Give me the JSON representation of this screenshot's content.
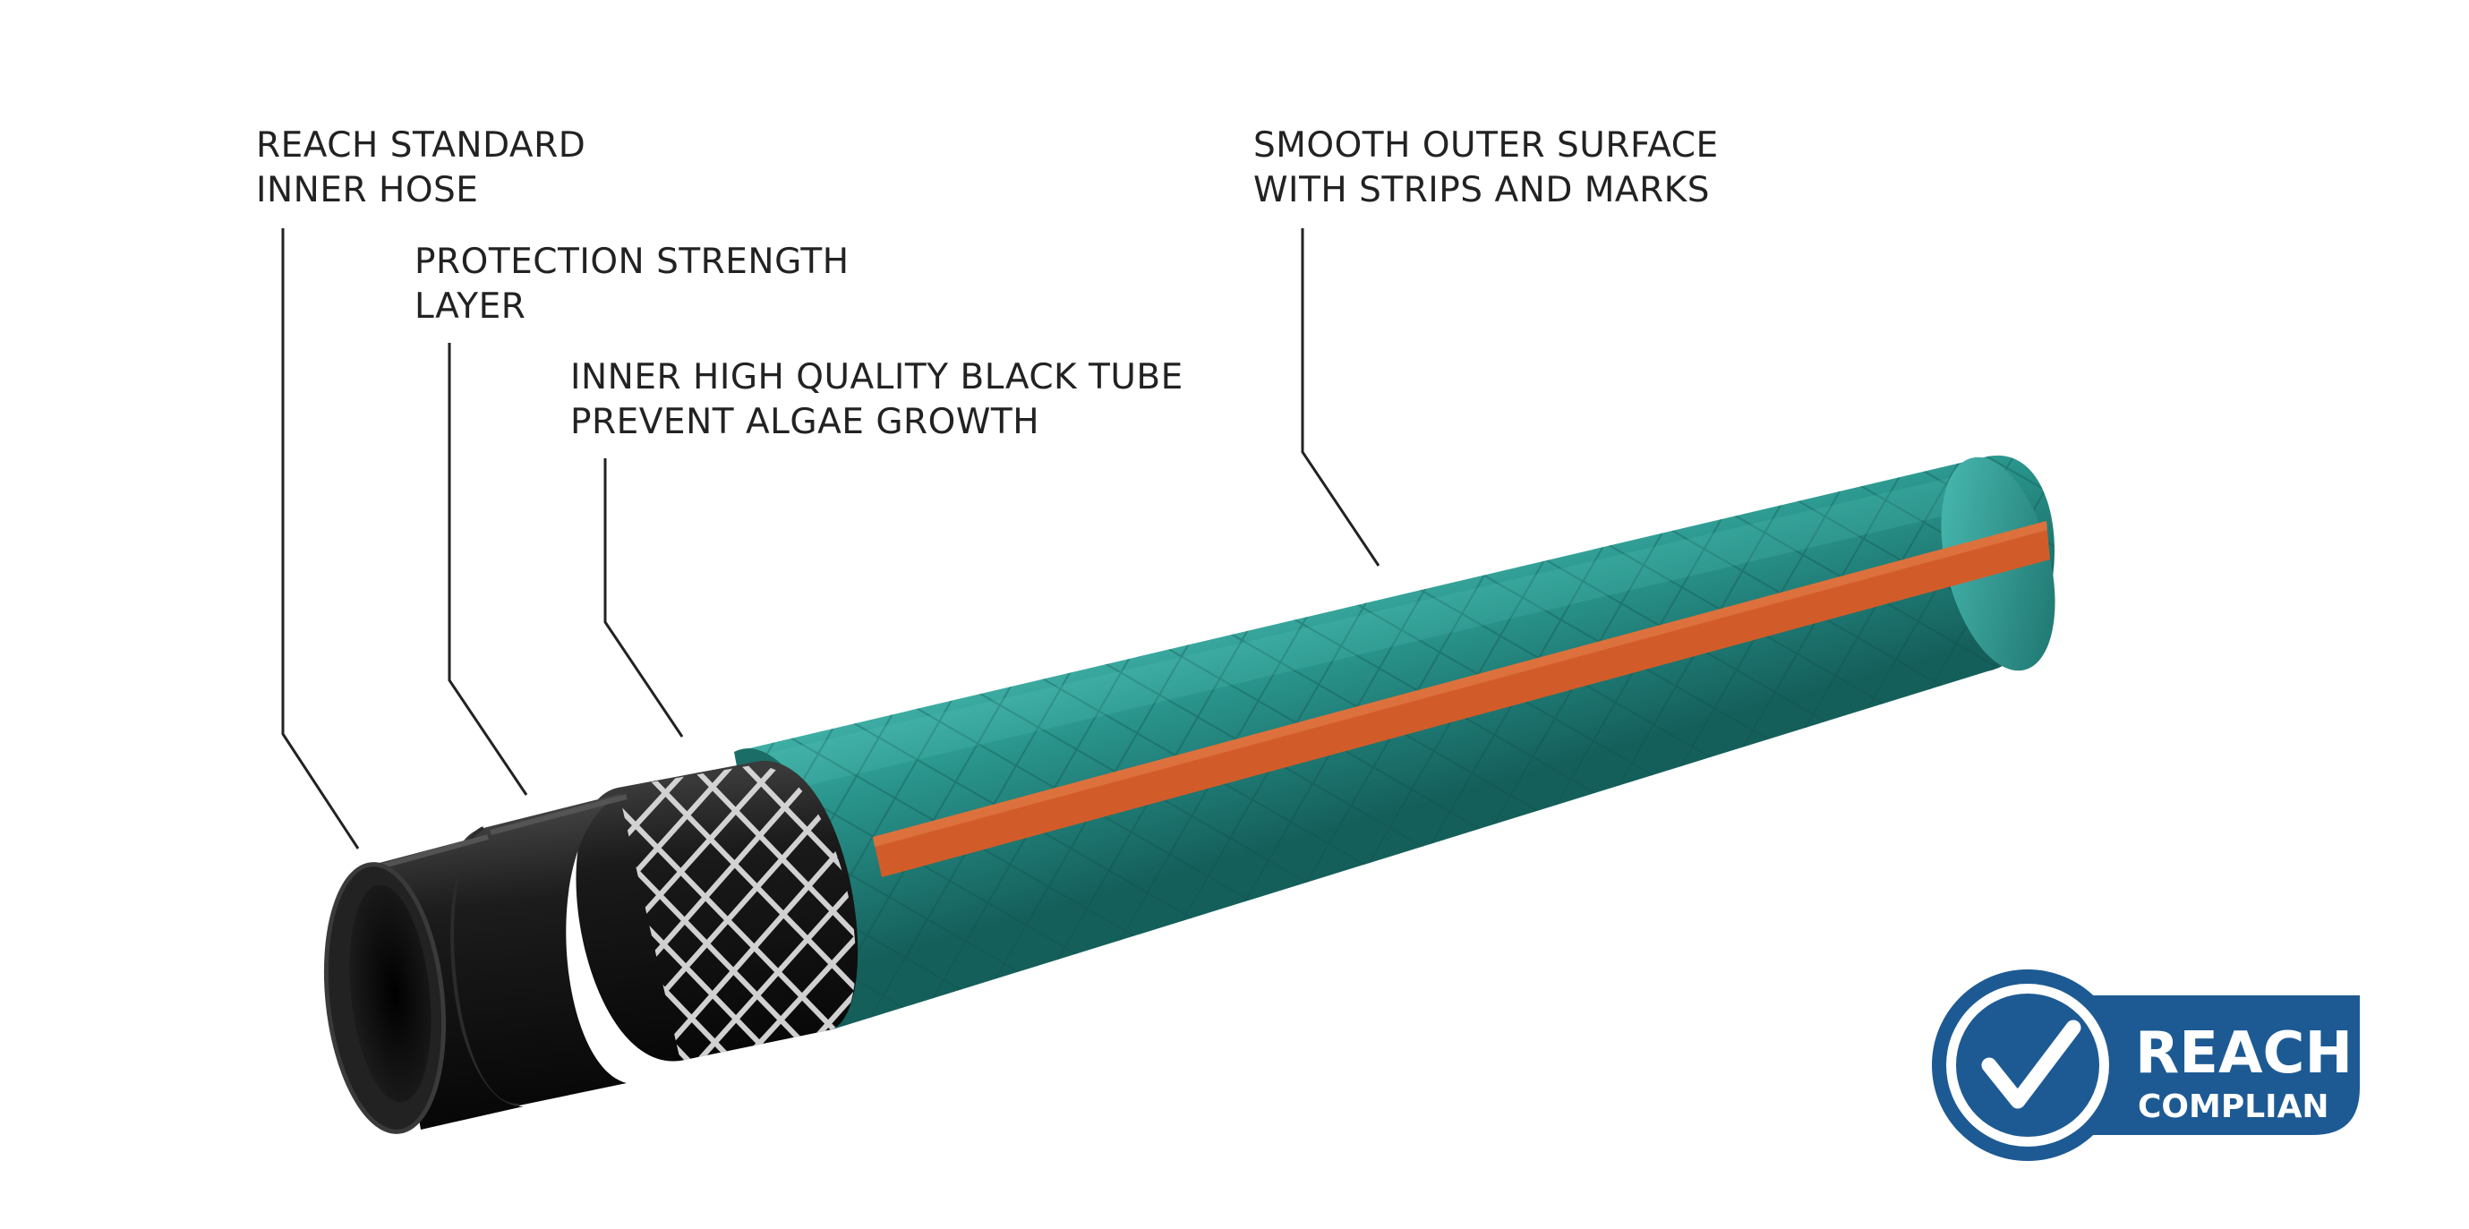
{
  "labels": {
    "inner_hose": {
      "line1": "REACH STANDARD",
      "line2": "INNER HOSE"
    },
    "protection_layer": {
      "line1": "PROTECTION STRENGTH",
      "line2": "LAYER"
    },
    "black_tube": {
      "line1": "INNER HIGH QUALITY BLACK TUBE",
      "line2": "PREVENT ALGAE GROWTH"
    },
    "outer_surface": {
      "line1": "SMOOTH OUTER SURFACE",
      "line2": "WITH STRIPS AND MARKS"
    }
  },
  "badge": {
    "title": "REACH",
    "subtitle": "COMPLIAN",
    "icon": "checkmark-icon"
  },
  "colors": {
    "outer_hose": "#1f7f78",
    "outer_highlight": "#43b3aa",
    "stripe": "#d15c2a",
    "black_tube": "#111111",
    "mesh": "#dddddd",
    "badge_blue": "#1d5a93",
    "leader_line": "#222222"
  }
}
